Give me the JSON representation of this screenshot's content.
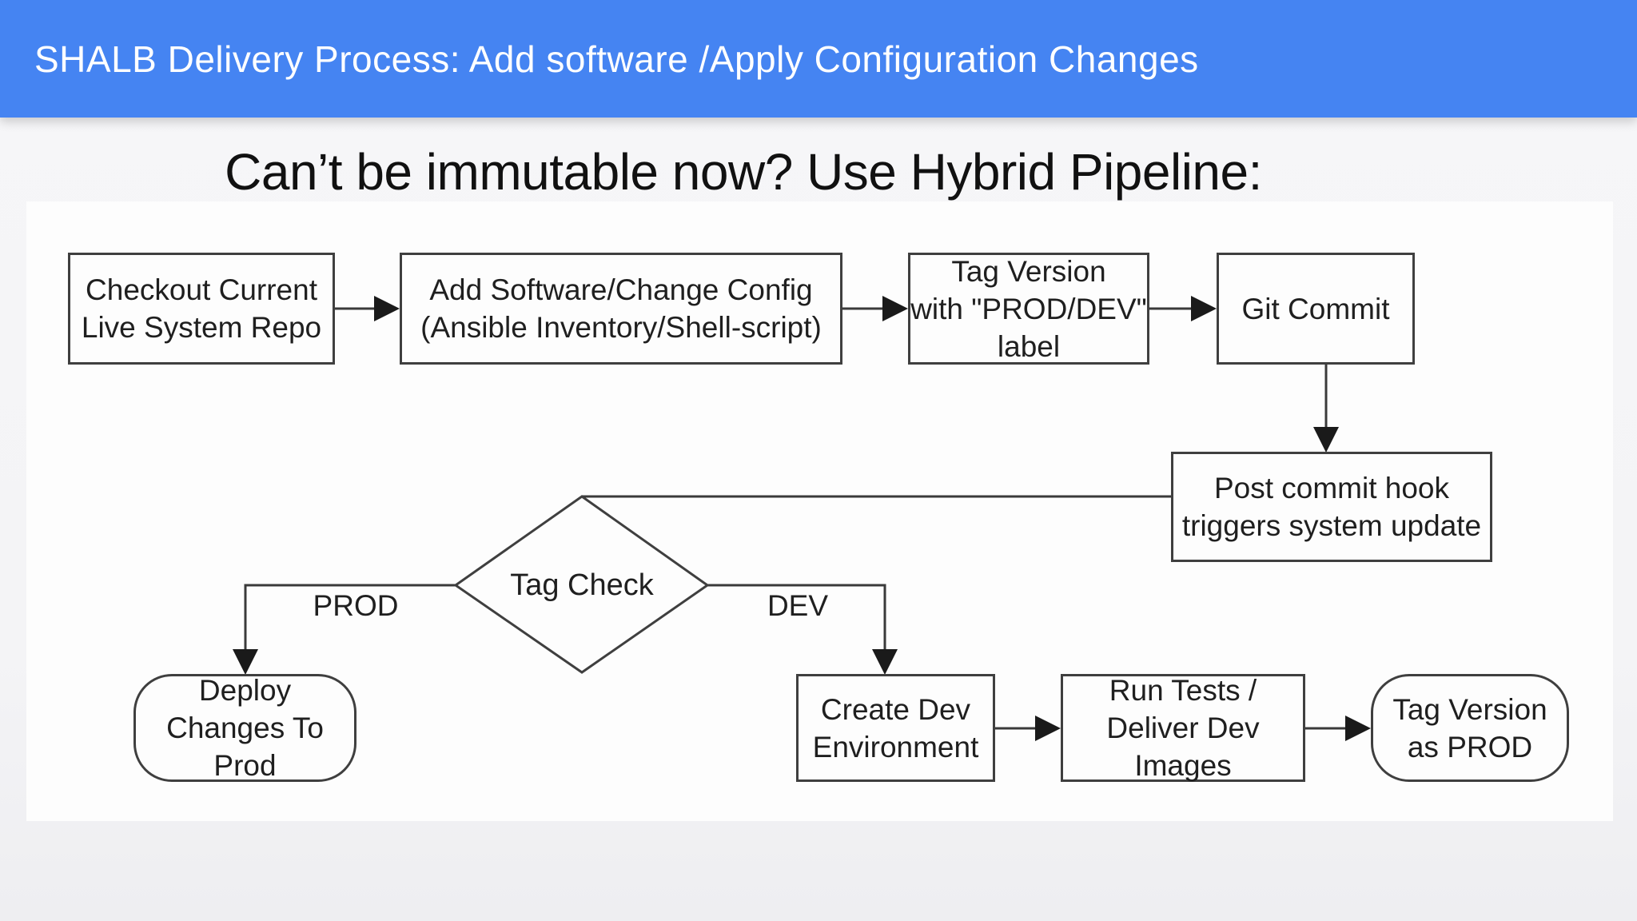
{
  "header": {
    "title": "SHALB Delivery Process: Add software /Apply Configuration Changes"
  },
  "headline": "Can’t be immutable now? Use Hybrid Pipeline:",
  "colors": {
    "header_bg": "#4584f2",
    "header_text": "#ffffff",
    "page_bg": "#f4f4f6",
    "panel_bg": "#fdfdfd",
    "node_border": "#3f3f3f",
    "node_text": "#1f1f1f",
    "connector": "#3a3a3a",
    "arrowhead": "#1a1a1a",
    "headline_text": "#111111"
  },
  "flowchart": {
    "nodes": {
      "checkout": {
        "label": "Checkout Current\nLive System Repo",
        "shape": "rect"
      },
      "add_software": {
        "label": "Add Software/Change Config\n(Ansible Inventory/Shell-script)",
        "shape": "rect"
      },
      "tag_version": {
        "label": "Tag Version\nwith \"PROD/DEV\"\nlabel",
        "shape": "rect"
      },
      "git_commit": {
        "label": "Git Commit",
        "shape": "rect"
      },
      "post_commit_hook": {
        "label": "Post commit hook\ntriggers system update",
        "shape": "rect"
      },
      "tag_check": {
        "label": "Tag Check",
        "shape": "diamond"
      },
      "deploy_prod": {
        "label": "Deploy\nChanges To Prod",
        "shape": "rounded"
      },
      "create_dev": {
        "label": "Create Dev\nEnvironment",
        "shape": "rect"
      },
      "run_tests": {
        "label": "Run Tests /\nDeliver Dev Images",
        "shape": "rect"
      },
      "tag_as_prod": {
        "label": "Tag Version\nas PROD",
        "shape": "rounded"
      }
    },
    "edge_labels": {
      "prod": "PROD",
      "dev": "DEV"
    }
  }
}
